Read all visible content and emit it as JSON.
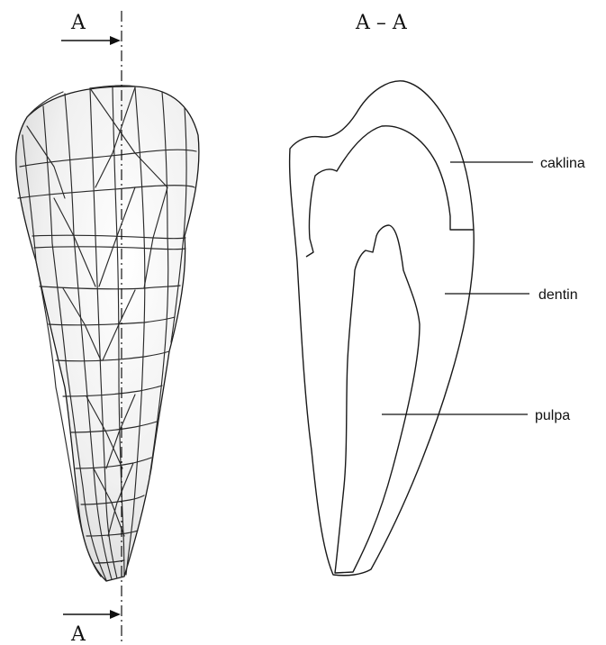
{
  "section_marker_top": "A",
  "section_marker_bottom": "A",
  "section_title": "A – A",
  "labels": {
    "enamel": "caklina",
    "dentin": "dentin",
    "pulp": "pulpa"
  },
  "colors": {
    "line": "#1a1a1a",
    "tooth_fill": "#f4f4f4",
    "background": "#ffffff"
  }
}
